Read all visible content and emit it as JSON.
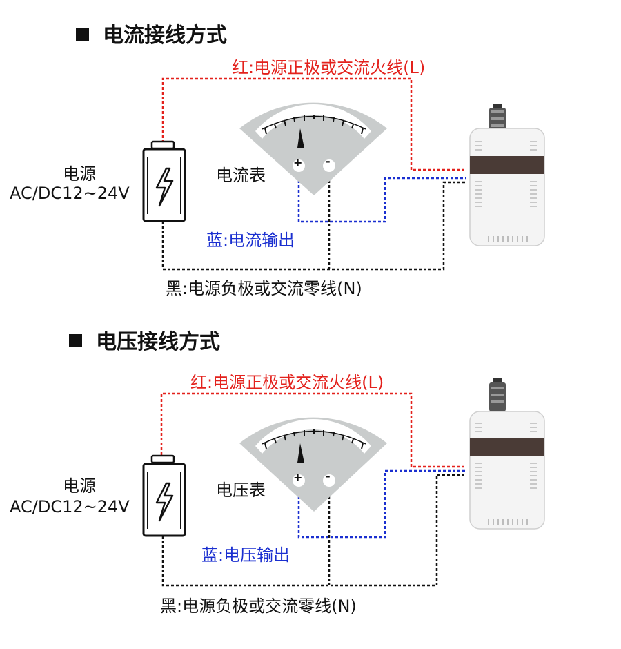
{
  "sections": [
    {
      "id": "current",
      "heading": "电流接线方式",
      "power_label_line1": "电源",
      "power_label_line2": "AC/DC12~24V",
      "meter_label": "电流表",
      "meter_plus": "+",
      "meter_minus": "-",
      "red_label": "红:电源正极或交流火线(L)",
      "blue_label": "蓝:电流输出",
      "black_label": "黑:电源负极或交流零线(N)"
    },
    {
      "id": "voltage",
      "heading": "电压接线方式",
      "power_label_line1": "电源",
      "power_label_line2": "AC/DC12~24V",
      "meter_label": "电压表",
      "meter_plus": "+",
      "meter_minus": "-",
      "red_label": "红:电源正极或交流火线(L)",
      "blue_label": "蓝:电压输出",
      "black_label": "黑:电源负极或交流零线(N)"
    }
  ],
  "colors": {
    "red_wire": "#e3211c",
    "blue_wire": "#1a2fd0",
    "black_wire": "#111111",
    "meter_gray": "#c9cccc"
  },
  "icons": [
    "battery-icon",
    "lightning-icon",
    "meter-icon",
    "sensor-device-icon"
  ]
}
